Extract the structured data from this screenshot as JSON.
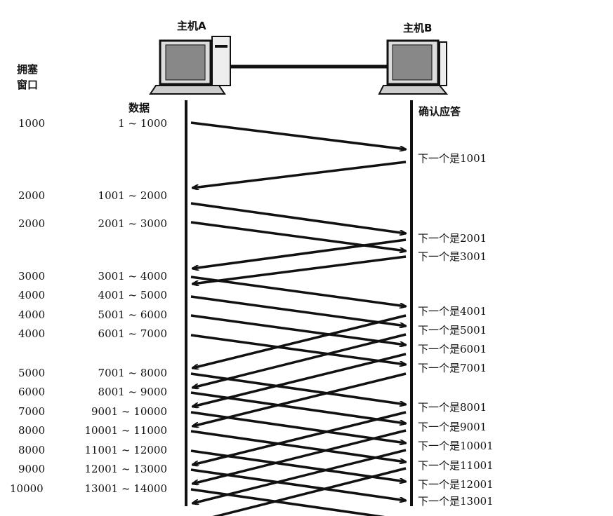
{
  "host_a": "主机A",
  "host_b": "主机B",
  "cwnd_header": "拥塞\n窗口",
  "data_header": "数据",
  "ack_header": "确认应答",
  "rows": [
    {
      "cwnd": "1000",
      "data": "1 ~ 1000"
    },
    {
      "cwnd": "2000",
      "data": "1001 ~ 2000"
    },
    {
      "cwnd": "2000",
      "data": "2001 ~ 3000"
    },
    {
      "cwnd": "3000",
      "data": "3001 ~ 4000"
    },
    {
      "cwnd": "4000",
      "data": "4001 ~ 5000"
    },
    {
      "cwnd": "4000",
      "data": "5001 ~ 6000"
    },
    {
      "cwnd": "4000",
      "data": "6001 ~ 7000"
    },
    {
      "cwnd": "5000",
      "data": "7001 ~ 8000"
    },
    {
      "cwnd": "6000",
      "data": "8001 ~ 9000"
    },
    {
      "cwnd": "7000",
      "data": "9001 ~ 10000"
    },
    {
      "cwnd": "8000",
      "data": "10001 ~ 11000"
    },
    {
      "cwnd": "8000",
      "data": "11001 ~ 12000"
    },
    {
      "cwnd": "9000",
      "data": "12001 ~ 13000"
    },
    {
      "cwnd": "10000",
      "data": "13001 ~ 14000"
    }
  ],
  "acks": [
    "下一个是1001",
    "下一个是2001",
    "下一个是3001",
    "下一个是4001",
    "下一个是5001",
    "下一个是6001",
    "下一个是7001",
    "下一个是8001",
    "下一个是9001",
    "下一个是10001",
    "下一个是11001",
    "下一个是12001",
    "下一个是13001"
  ]
}
